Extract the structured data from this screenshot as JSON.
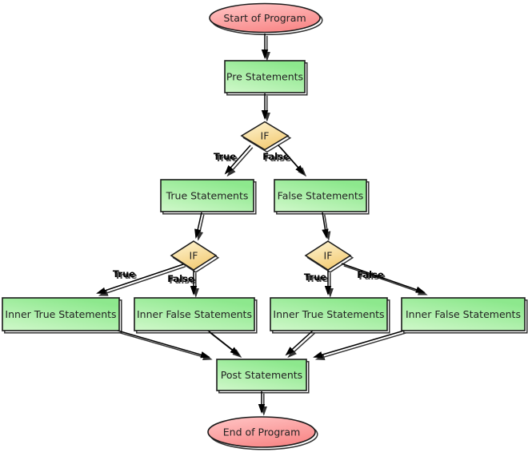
{
  "diagram": {
    "type": "flowchart",
    "nodes": {
      "start": {
        "label": "Start of Program",
        "shape": "ellipse"
      },
      "pre": {
        "label": "Pre Statements",
        "shape": "rect"
      },
      "if_outer": {
        "label": "IF",
        "shape": "diamond"
      },
      "true_branch": {
        "label": "True Statements",
        "shape": "rect"
      },
      "false_branch": {
        "label": "False Statements",
        "shape": "rect"
      },
      "if_left": {
        "label": "IF",
        "shape": "diamond"
      },
      "if_right": {
        "label": "IF",
        "shape": "diamond"
      },
      "inner_true_left": {
        "label": "Inner True Statements",
        "shape": "rect"
      },
      "inner_false_left": {
        "label": "Inner False Statements",
        "shape": "rect"
      },
      "inner_true_right": {
        "label": "Inner True Statements",
        "shape": "rect"
      },
      "inner_false_right": {
        "label": "Inner False Statements",
        "shape": "rect"
      },
      "post": {
        "label": "Post Statements",
        "shape": "rect"
      },
      "end": {
        "label": "End of Program",
        "shape": "ellipse"
      }
    },
    "edge_labels": {
      "outer_true": "True",
      "outer_false": "False",
      "left_true": "True",
      "left_false": "False",
      "right_true": "True",
      "right_false": "False"
    },
    "edges": [
      {
        "from": "start",
        "to": "pre"
      },
      {
        "from": "pre",
        "to": "if_outer"
      },
      {
        "from": "if_outer",
        "to": "true_branch",
        "label": "True"
      },
      {
        "from": "if_outer",
        "to": "false_branch",
        "label": "False"
      },
      {
        "from": "true_branch",
        "to": "if_left"
      },
      {
        "from": "false_branch",
        "to": "if_right"
      },
      {
        "from": "if_left",
        "to": "inner_true_left",
        "label": "True"
      },
      {
        "from": "if_left",
        "to": "inner_false_left",
        "label": "False"
      },
      {
        "from": "if_right",
        "to": "inner_true_right",
        "label": "True"
      },
      {
        "from": "if_right",
        "to": "inner_false_right",
        "label": "False"
      },
      {
        "from": "inner_true_left",
        "to": "post"
      },
      {
        "from": "inner_false_left",
        "to": "post"
      },
      {
        "from": "inner_true_right",
        "to": "post"
      },
      {
        "from": "inner_false_right",
        "to": "post"
      },
      {
        "from": "post",
        "to": "end"
      }
    ],
    "colors": {
      "process_fill_light": "#d0f8ca",
      "process_fill_dark": "#8de88d",
      "terminal_fill_light": "#ffc2c2",
      "terminal_fill_dark": "#f88686",
      "decision_fill_light": "#fdf3d0",
      "decision_fill_dark": "#f3cb74",
      "outline": "#1b1b1b",
      "arrow": "#000000",
      "background": "#ffffff"
    }
  }
}
